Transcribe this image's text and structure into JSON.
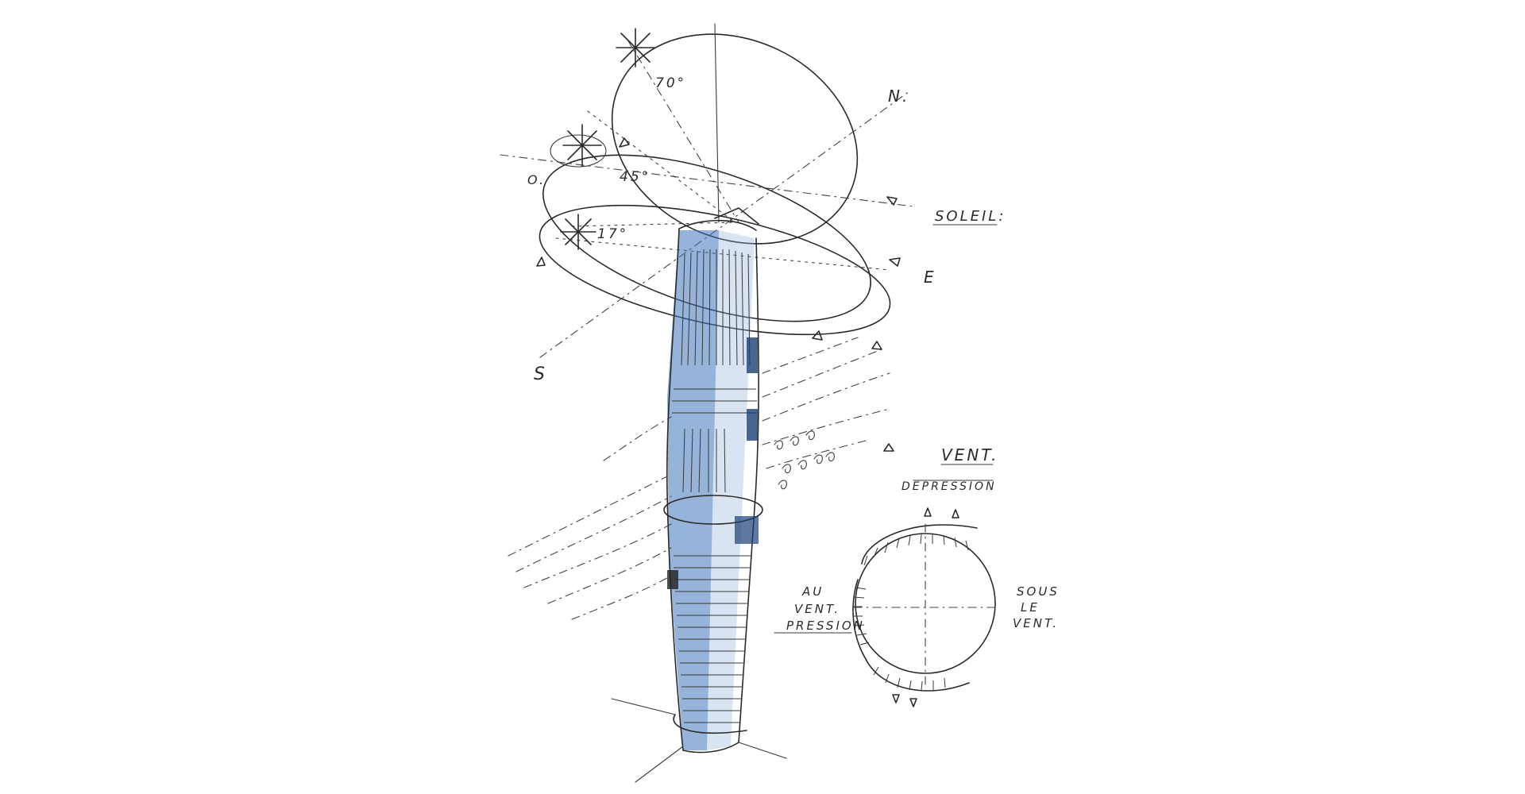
{
  "labels": {
    "angle_70": "70°",
    "angle_45": "45°",
    "angle_17": "17°",
    "north": "N.",
    "east": "E",
    "south": "S",
    "west": "O.",
    "soleil": "SOLEIL:",
    "vent": "VENT.",
    "depression": "DEPRESSION",
    "au_vent_1": "AU",
    "au_vent_2": "VENT.",
    "pression": "PRESSION",
    "sous_1": "SOUS",
    "sous_2": "LE",
    "sous_3": "VENT."
  },
  "colors": {
    "ink": "#2a2a2a",
    "blue_wash": "#3f74b9"
  }
}
